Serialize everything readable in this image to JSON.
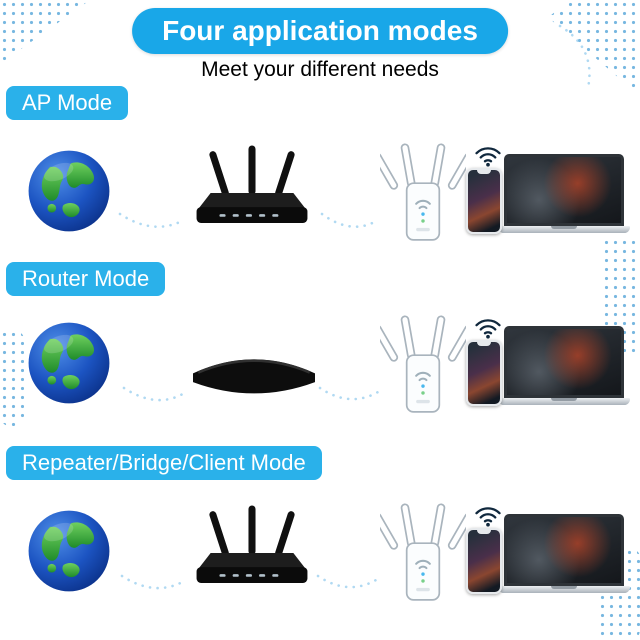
{
  "banner": {
    "title": "Four application modes"
  },
  "subtitle": "Meet your different needs",
  "modes": [
    {
      "label": "AP Mode"
    },
    {
      "label": "Router Mode"
    },
    {
      "label": "Repeater/Bridge/Client Mode"
    }
  ],
  "colors": {
    "banner-bg": "#19a7e8",
    "label-bg": "#2ab1ea",
    "banner-text": "#ffffff",
    "subtitle-text": "#000000",
    "dot": "#4a9fd6"
  }
}
